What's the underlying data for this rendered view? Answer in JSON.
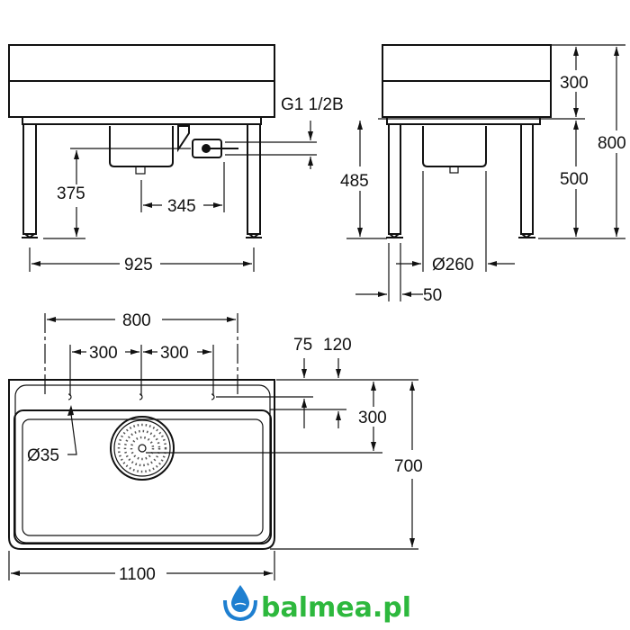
{
  "front_view": {
    "connection_label": "G1 1/2B",
    "valve_height": "375",
    "valve_offset": "345",
    "leg_spacing": "925"
  },
  "side_view": {
    "rim_height": "300",
    "under_height": "500",
    "total_height": "800",
    "valve_height": "485",
    "drain_diameter": "Ø260",
    "leg_offset": "50"
  },
  "top_view": {
    "hole_span": "800",
    "hole_spacing_left": "300",
    "hole_spacing_right": "300",
    "hole_offset_1": "75",
    "hole_offset_2": "120",
    "drain_offset": "300",
    "depth": "700",
    "width": "1100",
    "hole_diameter": "Ø35"
  },
  "logo": {
    "text": "balmea.pl",
    "color": "#2db83d",
    "icon_color": "#1e7fd0"
  }
}
